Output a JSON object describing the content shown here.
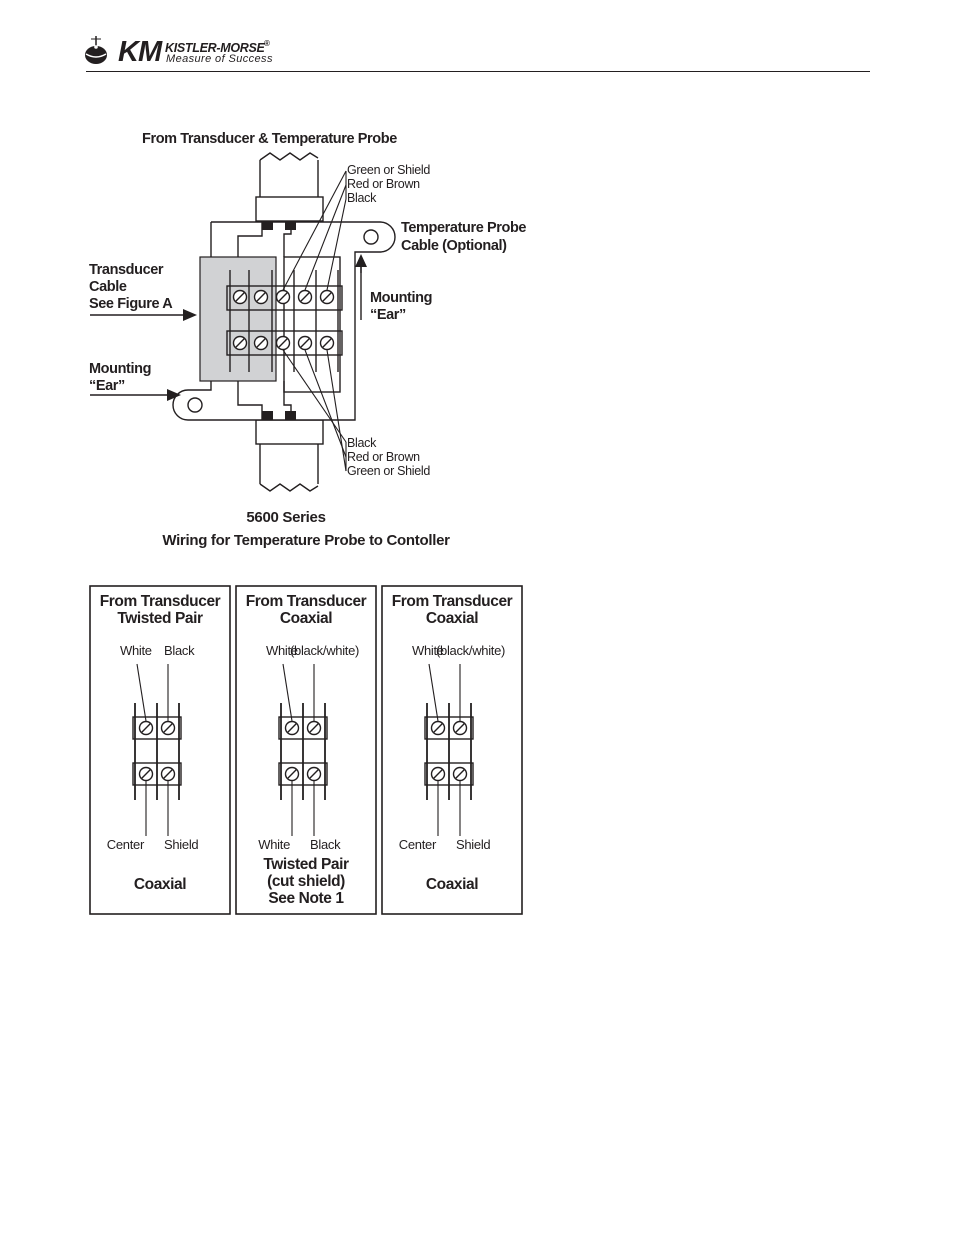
{
  "header": {
    "logo_mark": "KM",
    "company": "KISTLER-MORSE",
    "registered": "®",
    "tagline": "Measure of Success"
  },
  "figure_top": {
    "top_label": "From Transducer & Temperature Probe",
    "wire_labels_top": [
      "Green or Shield",
      "Red or Brown",
      "Black"
    ],
    "wire_labels_bottom": [
      "Black",
      "Red or Brown",
      "Green or Shield"
    ],
    "temp_probe_label": [
      "Temperature Probe",
      "Cable (Optional)"
    ],
    "transducer_label": [
      "Transducer",
      "Cable",
      "See Figure A"
    ],
    "mounting_ear_right": [
      "Mounting",
      "“Ear”"
    ],
    "mounting_ear_left": [
      "Mounting",
      "“Ear”"
    ],
    "caption": [
      "5600 Series",
      "Wiring for Temperature Probe to Contoller"
    ]
  },
  "panels": [
    {
      "title": [
        "From Transducer",
        "Twisted Pair"
      ],
      "top_wires": [
        "White",
        "Black"
      ],
      "bottom_wires": [
        "Center",
        "Shield"
      ],
      "footer": [
        "Coaxial"
      ]
    },
    {
      "title": [
        "From Transducer",
        "Coaxial"
      ],
      "top_wires": [
        "White",
        "(black/white)"
      ],
      "bottom_wires": [
        "White",
        "Black"
      ],
      "footer": [
        "Twisted Pair",
        "(cut shield)",
        "See Note 1"
      ]
    },
    {
      "title": [
        "From Transducer",
        "Coaxial"
      ],
      "top_wires": [
        "White",
        "(black/white)"
      ],
      "bottom_wires": [
        "Center",
        "Shield"
      ],
      "footer": [
        "Coaxial"
      ]
    }
  ]
}
